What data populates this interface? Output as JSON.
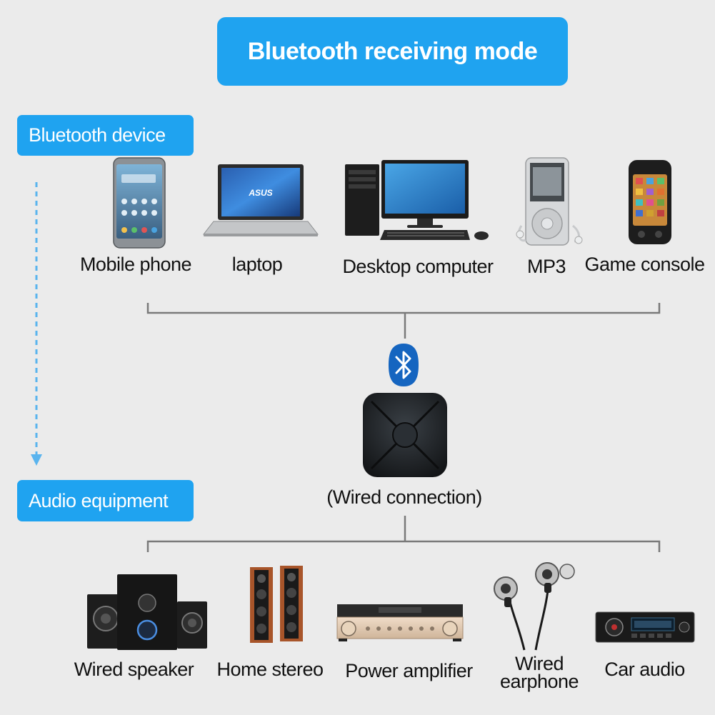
{
  "title": "Bluetooth receiving mode",
  "sections": {
    "bluetooth_device": "Bluetooth device",
    "audio_equipment": "Audio equipment"
  },
  "sources": {
    "mobile_phone": "Mobile phone",
    "laptop": "laptop",
    "desktop_computer": "Desktop computer",
    "mp3": "MP3",
    "game_console": "Game console"
  },
  "receiver": {
    "connection_label": "(Wired connection)"
  },
  "outputs": {
    "wired_speaker": "Wired speaker",
    "home_stereo": "Home stereo",
    "power_amplifier": "Power amplifier",
    "wired_earphone_line1": "Wired",
    "wired_earphone_line2": "earphone",
    "car_audio": "Car audio"
  },
  "laptop_brand": "ASUS",
  "colors": {
    "accent_blue": "#1fa3f0",
    "bluetooth_badge": "#1565c0",
    "background": "#ebebeb",
    "connector_line": "#7a7a7a"
  }
}
